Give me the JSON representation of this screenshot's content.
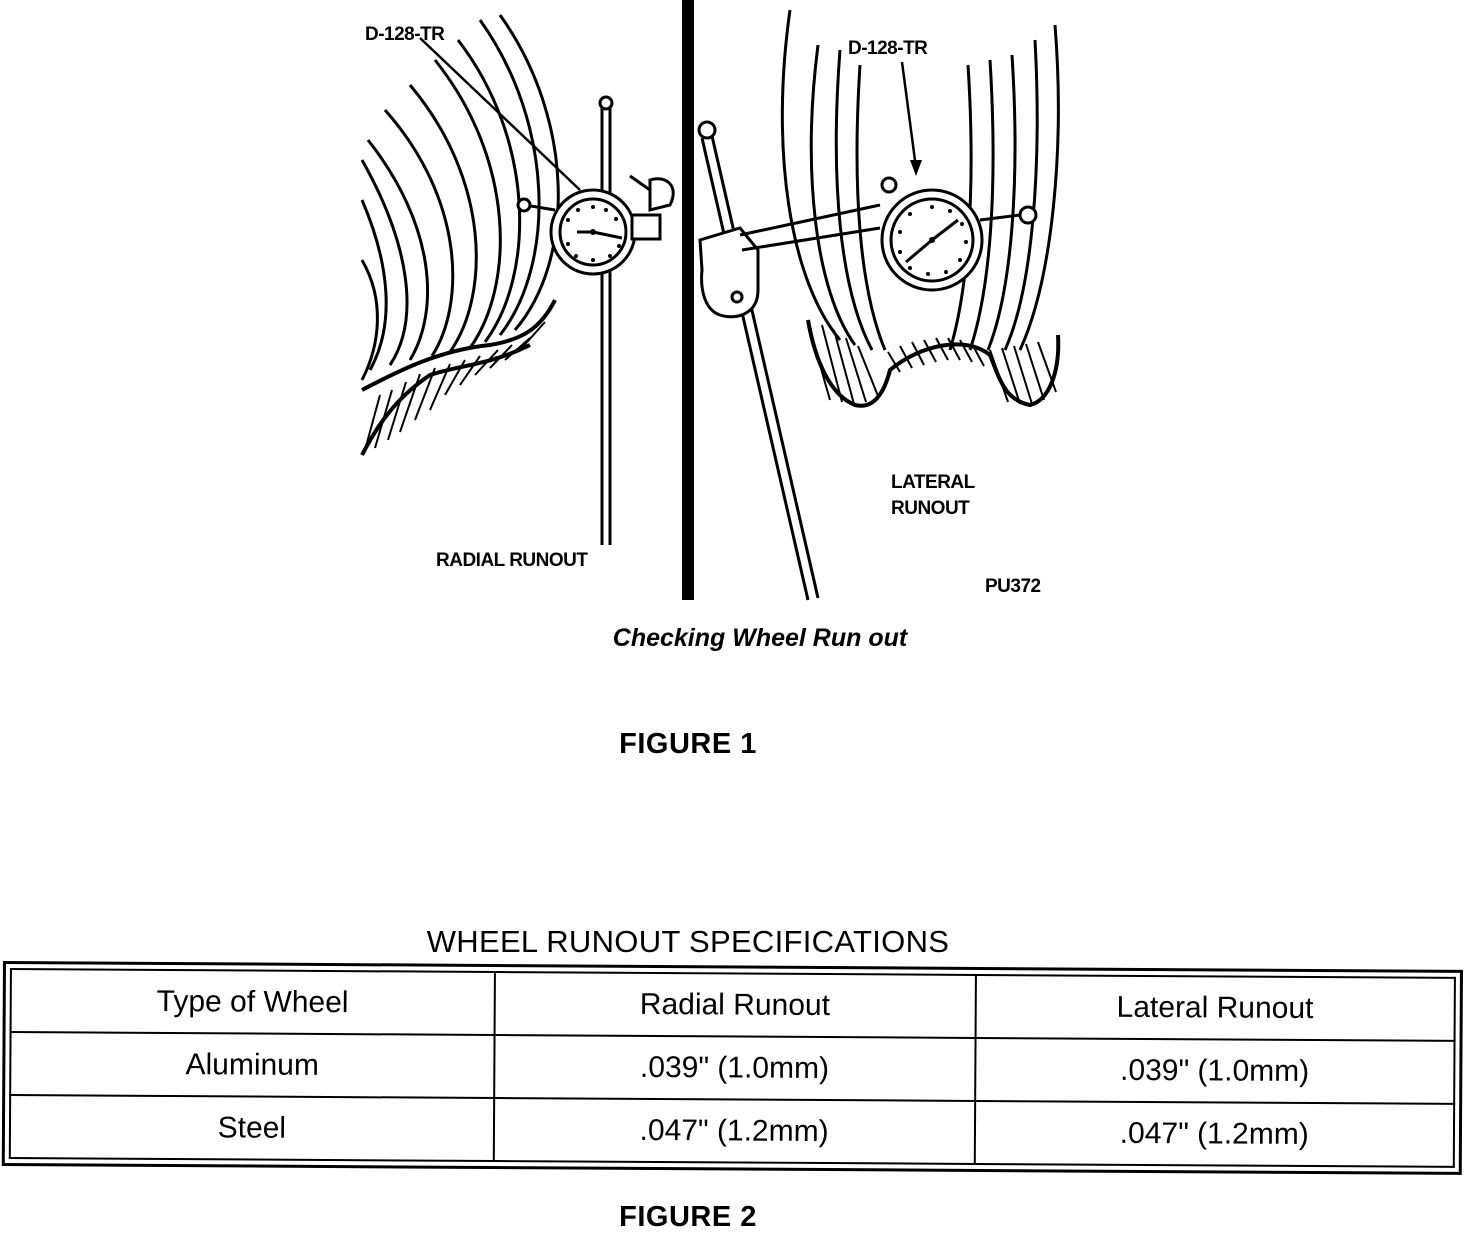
{
  "figure1": {
    "labels": {
      "tool_left": "D-128-TR",
      "tool_right": "D-128-TR",
      "radial": "RADIAL RUNOUT",
      "lateral_line1": "LATERAL",
      "lateral_line2": "RUNOUT",
      "code": "PU372"
    },
    "caption": "Checking Wheel Run out",
    "figure_label": "FIGURE 1"
  },
  "figure2": {
    "title": "WHEEL RUNOUT SPECIFICATIONS",
    "headers": [
      "Type of Wheel",
      "Radial Runout",
      "Lateral Runout"
    ],
    "rows": [
      [
        "Aluminum",
        ".039\" (1.0mm)",
        ".039\" (1.0mm)"
      ],
      [
        "Steel",
        ".047\" (1.2mm)",
        ".047\" (1.2mm)"
      ]
    ],
    "figure_label": "FIGURE 2"
  }
}
